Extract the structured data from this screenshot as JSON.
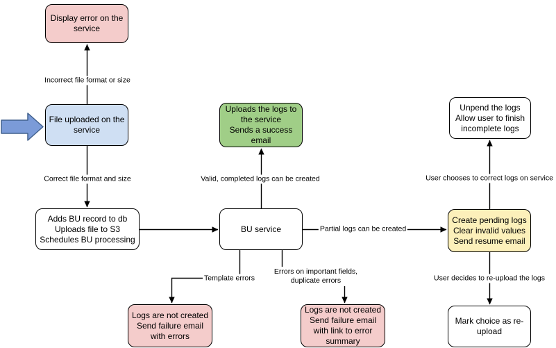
{
  "diagram": {
    "nodes": {
      "display_error": {
        "text": "Display error on the\nservice"
      },
      "file_uploaded": {
        "text": "File uploaded on the\nservice"
      },
      "adds_bu_record": {
        "text": "Adds BU record to db\nUploads file to S3\nSchedules BU processing"
      },
      "bu_service": {
        "text": "BU service"
      },
      "upload_success": {
        "text": "Uploads the logs to\nthe service\nSends a success\nemail"
      },
      "create_pending": {
        "text": "Create pending logs\nClear invalid values\nSend resume email"
      },
      "unpend_logs": {
        "text": "Unpend the logs\nAllow user to finish\nincomplete logs"
      },
      "mark_reupload": {
        "text": "Mark choice as re-\nupload"
      },
      "logs_failure_errors": {
        "text": "Logs are not created\nSend failure email\nwith errors"
      },
      "logs_failure_summary": {
        "text": "Logs are not created\nSend failure email\nwith link to error\nsummary"
      }
    },
    "edge_labels": {
      "incorrect_format": "Incorrect file format or size",
      "correct_format": "Correct file format and size",
      "valid_logs": "Valid, completed logs can be created",
      "partial_logs": "Partial logs can be created",
      "template_errors": "Template errors",
      "important_fields": "Errors on important fields,\nduplicate errors",
      "user_corrects": "User chooses to correct logs on service",
      "user_reuploads": "User decides to re-upload the logs"
    },
    "colors": {
      "node_border": "#000000",
      "connector": "#000000",
      "pink": "#f4cccb",
      "blue": "#cfdff3",
      "green": "#a0ce87",
      "yellow": "#fcf0ba",
      "white": "#ffffff",
      "input_arrow_fill": "#7b9bd8",
      "input_arrow_stroke": "#41618e"
    }
  }
}
